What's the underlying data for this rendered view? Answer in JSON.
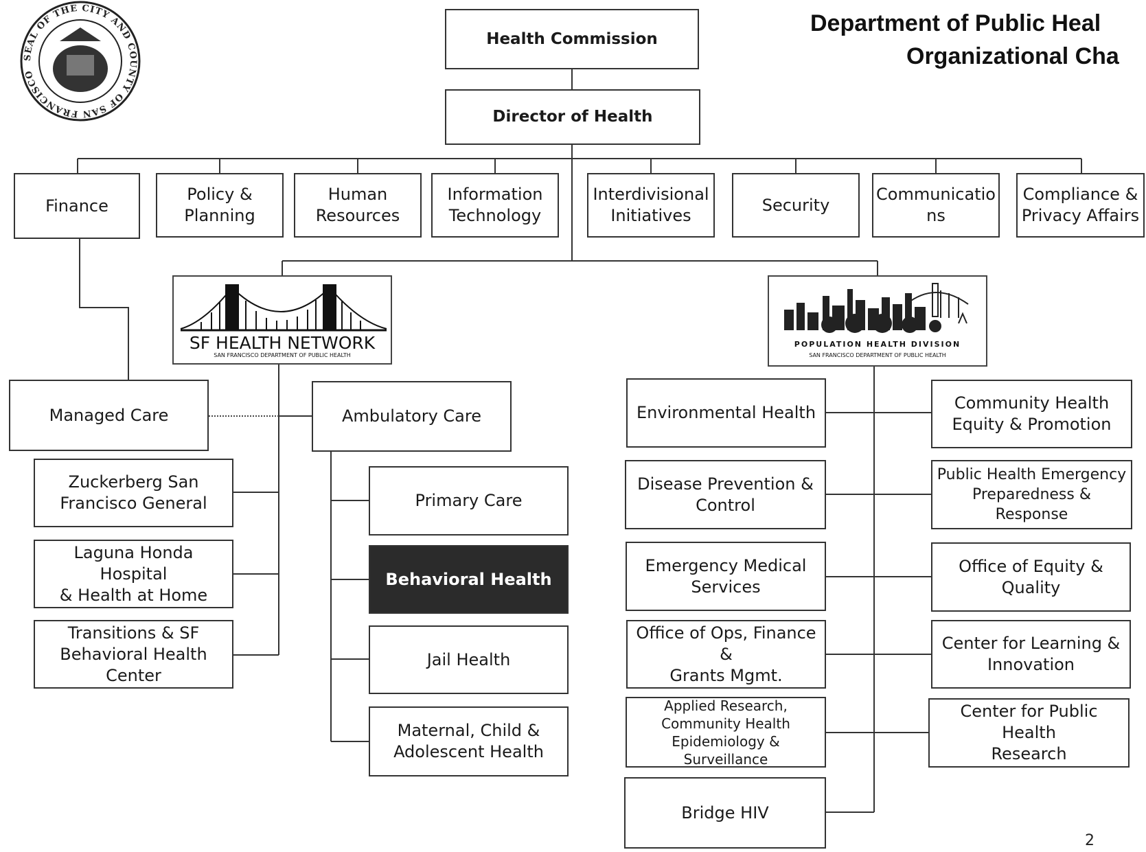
{
  "header": {
    "title_line1": "Department of Public Heal",
    "title_line2": "Organizational Cha"
  },
  "page_number": "2",
  "seal": {
    "icon": "city-county-seal-icon",
    "text": "SEAL OF THE CITY AND COUNTY OF SAN FRANCISCO"
  },
  "top": {
    "health_commission": "Health Commission",
    "director": "Director of Health"
  },
  "staff_units": [
    "Finance",
    "Policy &\nPlanning",
    "Human\nResources",
    "Information\nTechnology",
    "Interdivisional\nInitiatives",
    "Security",
    "Communicatio\nns",
    "Compliance &\nPrivacy Affairs"
  ],
  "sf_health_network": {
    "logo_title": "SF HEALTH NETWORK",
    "logo_subtitle": "SAN FRANCISCO DEPARTMENT OF PUBLIC HEALTH",
    "managed_care": "Managed Care",
    "ambulatory_care": "Ambulatory Care",
    "hospitals": [
      "Zuckerberg San\nFrancisco General",
      "Laguna Honda Hospital\n& Health at Home",
      "Transitions & SF\nBehavioral Health\nCenter"
    ],
    "ambulatory_units": [
      "Primary Care",
      "Behavioral Health",
      "Jail Health",
      "Maternal, Child &\nAdolescent Health"
    ]
  },
  "population_health": {
    "logo_title": "POPULATION HEALTH DIVISION",
    "logo_subtitle": "SAN FRANCISCO DEPARTMENT OF PUBLIC HEALTH",
    "left_units": [
      "Environmental Health",
      "Disease Prevention &\nControl",
      "Emergency Medical\nServices",
      "Office of Ops, Finance &\nGrants Mgmt.",
      "Applied Research,\nCommunity Health\nEpidemiology & Surveillance",
      "Bridge HIV"
    ],
    "right_units": [
      "Community Health\nEquity & Promotion",
      "Public Health Emergency\nPreparedness & Response",
      "Office of Equity &\nQuality",
      "Center for Learning &\nInnovation",
      "Center for Public Health\nResearch"
    ]
  }
}
